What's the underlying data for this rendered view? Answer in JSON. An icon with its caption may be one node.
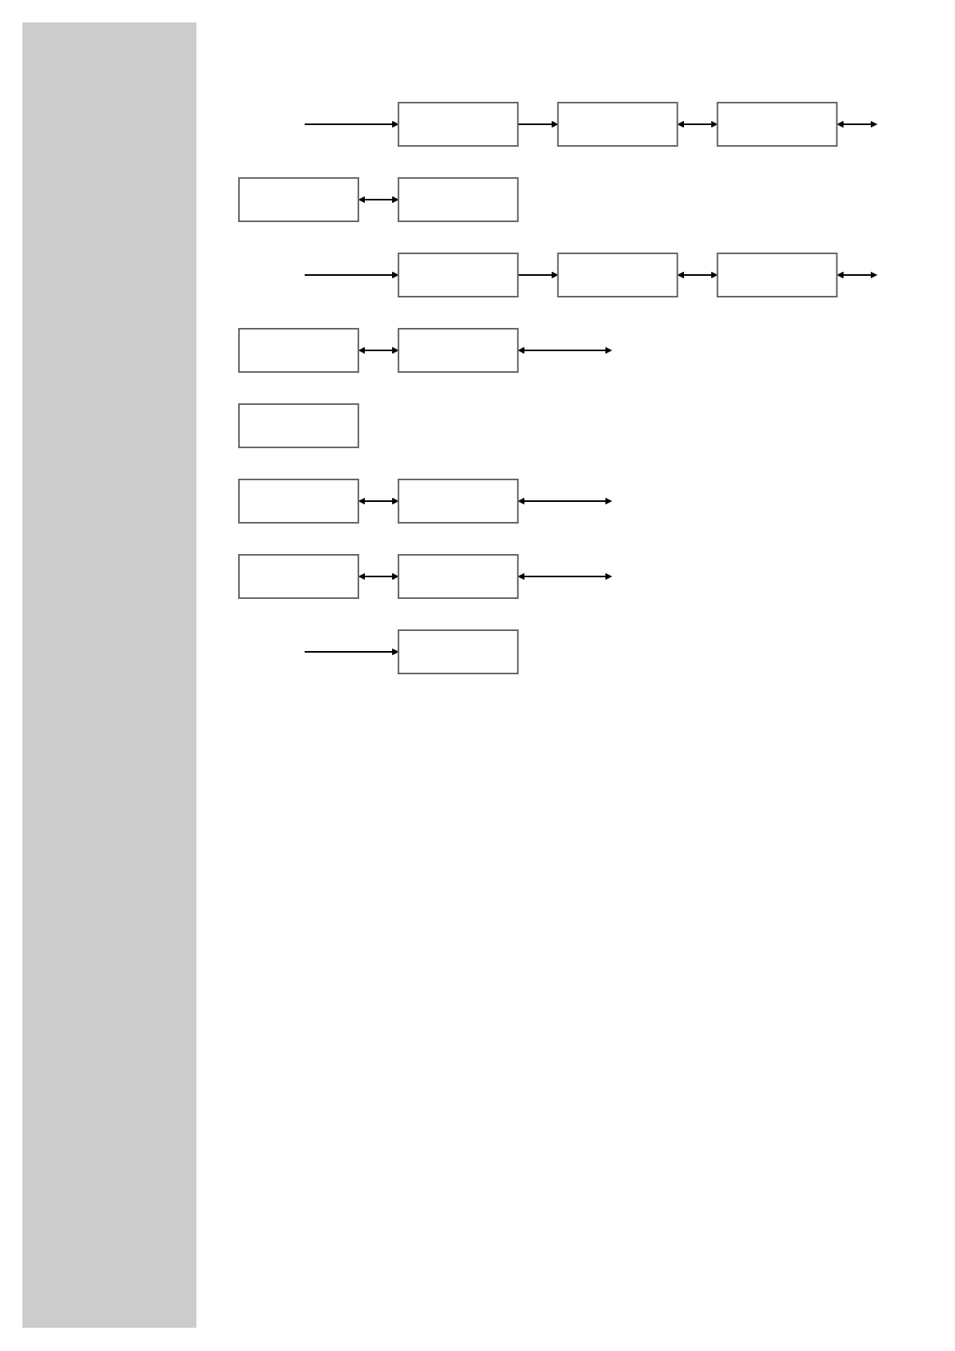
{
  "diagram": {
    "nodes": [
      {
        "text": [],
        "shape": "box"
      },
      {
        "text": [],
        "shape": "box"
      },
      {
        "text": [],
        "shape": "box"
      },
      {
        "text": [],
        "shape": "box"
      },
      {
        "text": [],
        "shape": "box"
      },
      {
        "text": [],
        "shape": "box"
      },
      {
        "text": [],
        "shape": "box"
      },
      {
        "text": [],
        "shape": "box"
      },
      {
        "text": [],
        "shape": "box"
      },
      {
        "text": [],
        "shape": "box"
      },
      {
        "text": [],
        "shape": "box"
      },
      {
        "text": [],
        "shape": "box"
      },
      {
        "text": [],
        "shape": "box"
      },
      {
        "text": [],
        "shape": "box"
      },
      {
        "text": [],
        "shape": "box"
      },
      {
        "text": [],
        "shape": "box"
      }
    ],
    "edges": [
      {
        "from": null,
        "to": 0,
        "arrow": "to"
      },
      {
        "from": 0,
        "to": 1,
        "arrow": "to"
      },
      {
        "from": 1,
        "to": 2,
        "arrow": "both"
      },
      {
        "from": 2,
        "to": null,
        "arrow": "both"
      },
      {
        "from": 3,
        "to": 4,
        "arrow": "both"
      },
      {
        "from": null,
        "to": 5,
        "arrow": "to"
      },
      {
        "from": 5,
        "to": 6,
        "arrow": "to"
      },
      {
        "from": 6,
        "to": 7,
        "arrow": "both"
      },
      {
        "from": 7,
        "to": null,
        "arrow": "both"
      },
      {
        "from": 8,
        "to": 9,
        "arrow": "both"
      },
      {
        "from": 9,
        "to": null,
        "arrow": "both"
      },
      {
        "from": 10,
        "to": 11,
        "arrow": "both"
      },
      {
        "from": 11,
        "to": null,
        "arrow": "both"
      },
      {
        "from": 12,
        "to": 13,
        "arrow": "both"
      },
      {
        "from": 13,
        "to": null,
        "arrow": "both"
      },
      {
        "from": null,
        "to": 15,
        "arrow": "to"
      }
    ]
  }
}
